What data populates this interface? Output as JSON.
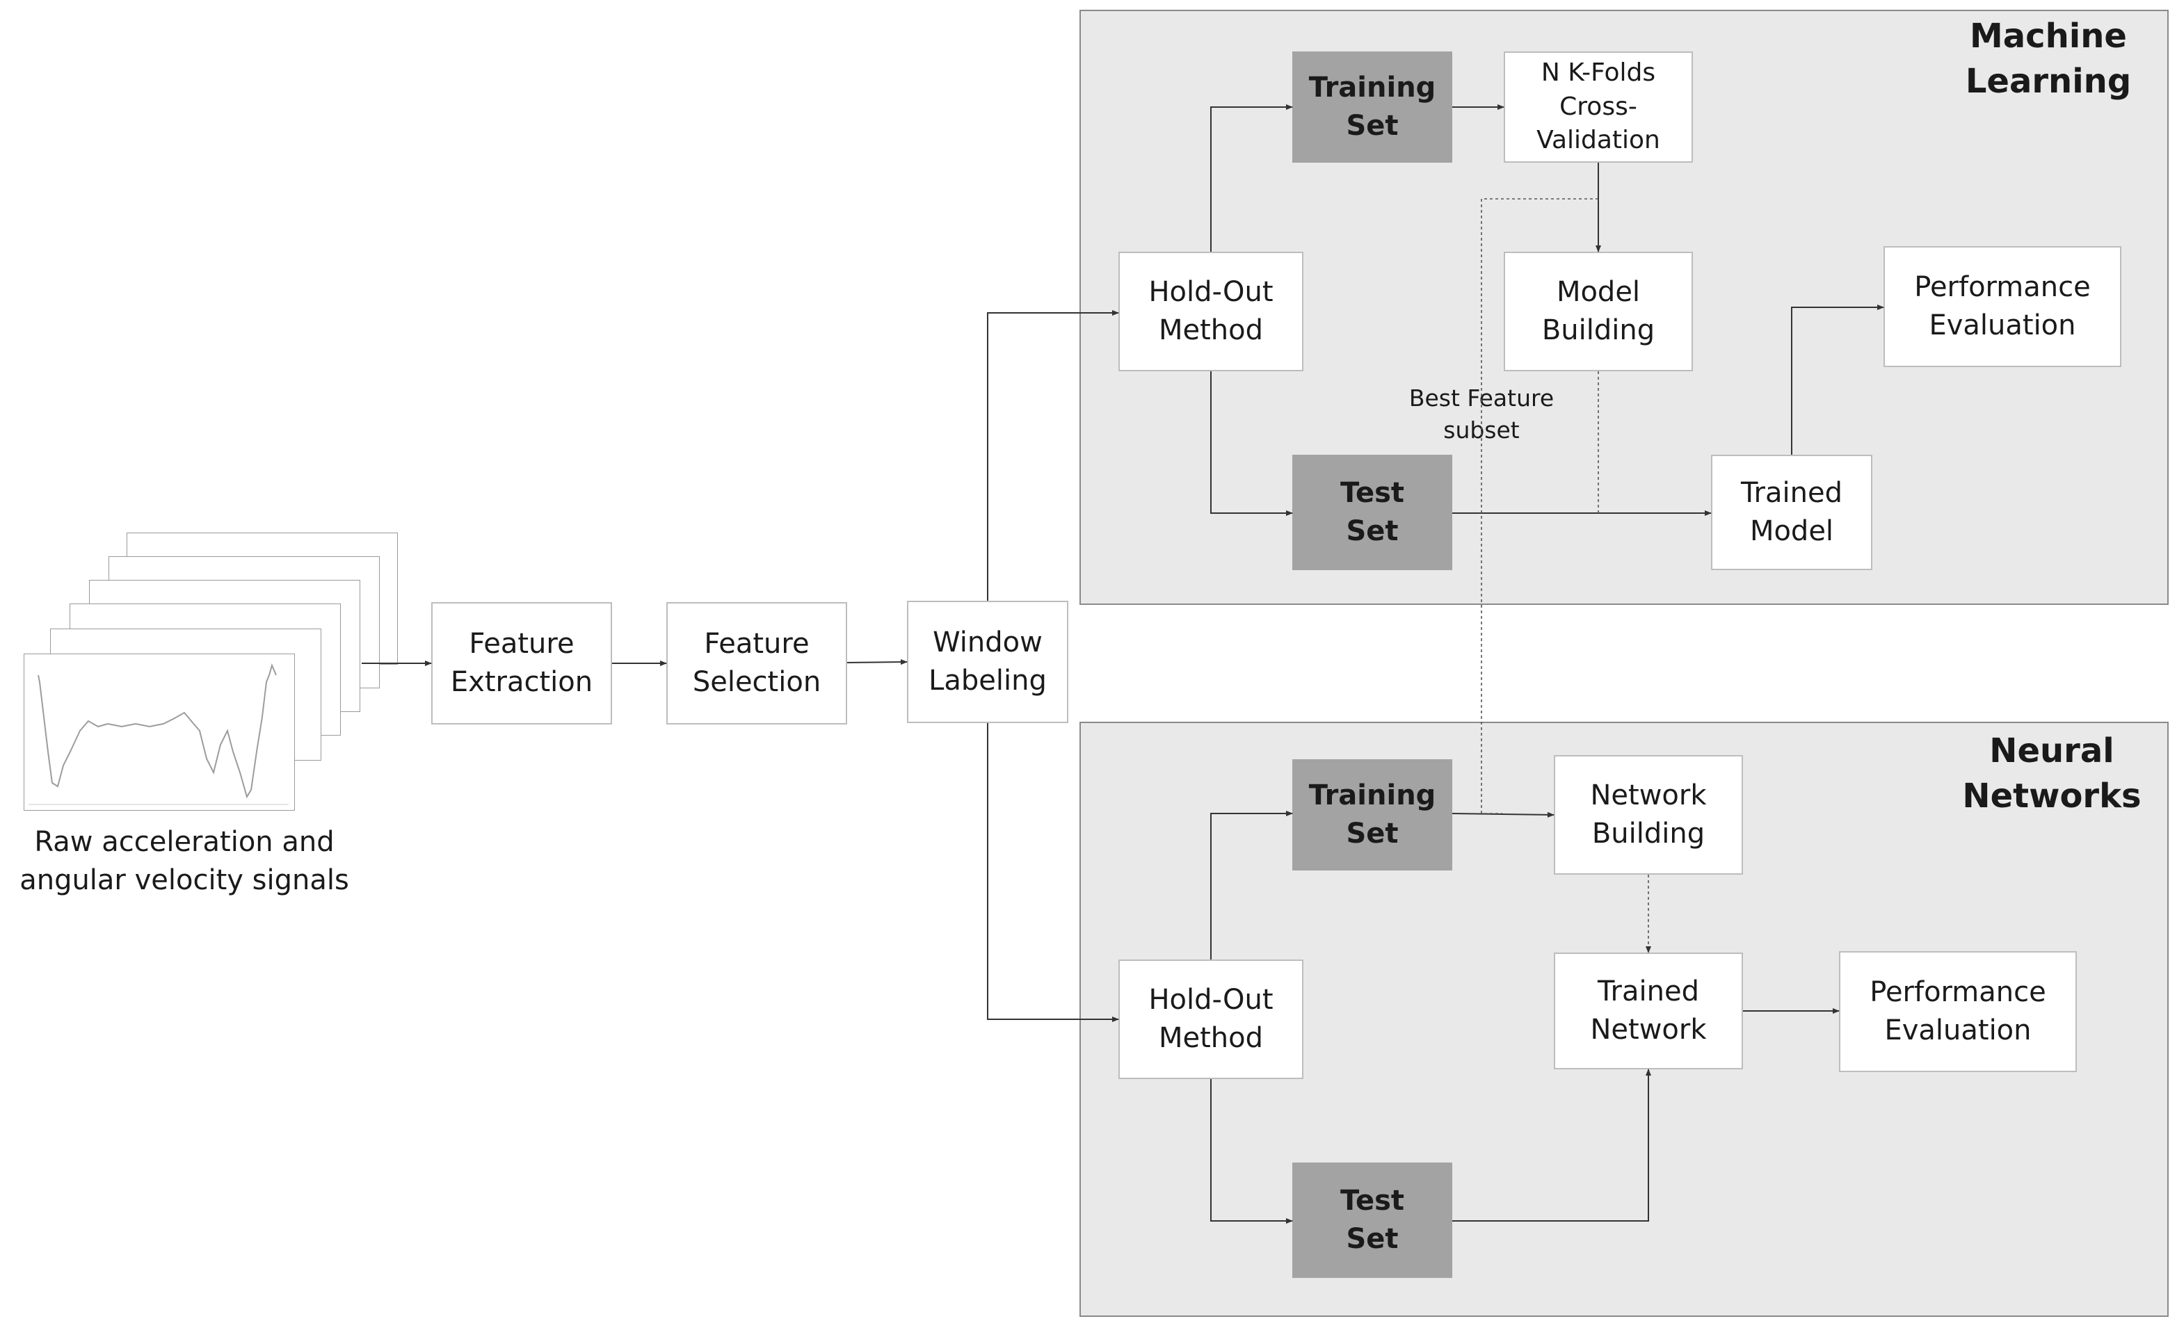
{
  "input": {
    "caption": "Raw acceleration and\nangular velocity signals",
    "signal_icon": "signal-plot-stack-icon"
  },
  "pipeline": {
    "feature_extraction": "Feature\nExtraction",
    "feature_selection": "Feature\nSelection",
    "window_labeling": "Window\nLabeling"
  },
  "machine_learning": {
    "title": "Machine\nLearning",
    "hold_out": "Hold-Out\nMethod",
    "training_set": "Training\nSet",
    "test_set": "Test\nSet",
    "cross_validation": "N K-Folds\nCross-\nValidation",
    "model_building": "Model\nBuilding",
    "trained_model": "Trained\nModel",
    "performance": "Performance\nEvaluation"
  },
  "neural_networks": {
    "title": "Neural\nNetworks",
    "hold_out": "Hold-Out\nMethod",
    "training_set": "Training\nSet",
    "test_set": "Test\nSet",
    "network_building": "Network\nBuilding",
    "trained_network": "Trained\nNetwork",
    "performance": "Performance\nEvaluation"
  },
  "annotations": {
    "best_feature_subset": "Best Feature\nsubset"
  },
  "colors": {
    "panel": "#e9e9e9",
    "dark_box": "#a3a3a3",
    "line": "#333333"
  }
}
